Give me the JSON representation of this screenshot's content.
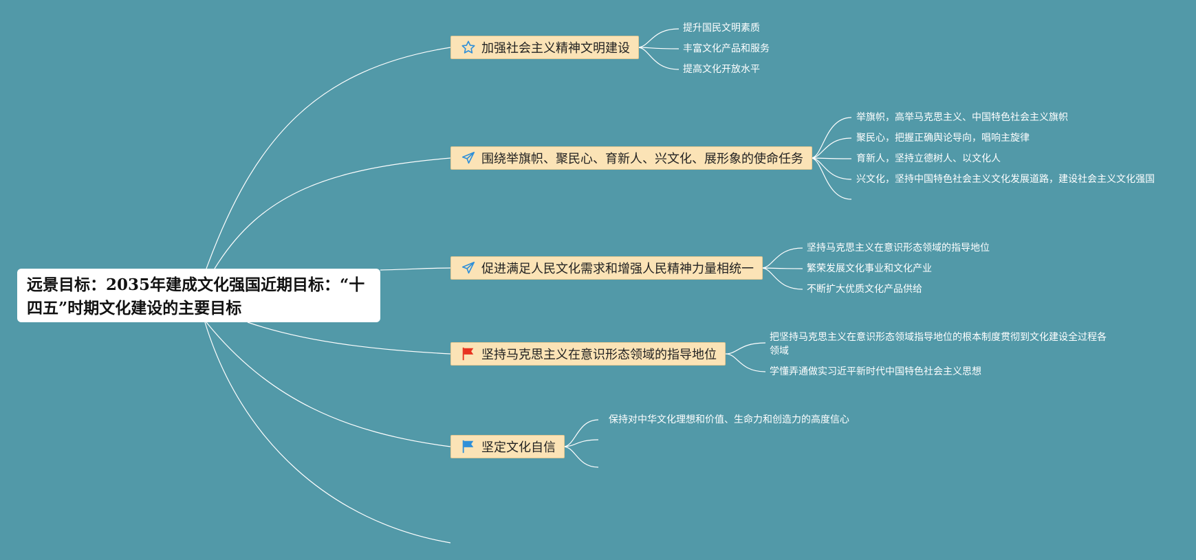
{
  "root": {
    "title": "远景目标：2035年建成文化强国近期目标：“十四五”时期文化建设的主要目标"
  },
  "colors": {
    "background": "#5299a8",
    "branch_fill": "#fbe3b6",
    "line": "#ffffff",
    "flag_red": "#e8321f",
    "flag_blue": "#2f8fd8"
  },
  "branches": [
    {
      "label": "加强社会主义精神文明建设",
      "icon": "star-icon",
      "children": [
        "提升国民文明素质",
        "丰富文化产品和服务",
        "提高文化开放水平"
      ]
    },
    {
      "label": "围绕举旗帜、聚民心、育新人、兴文化、展形象的使命任务",
      "icon": "paper-plane-icon",
      "children": [
        "举旗帜，高举马克思主义、中国特色社会主义旗帜",
        "聚民心，把握正确舆论导向，唱响主旋律",
        "育新人，坚持立德树人、以文化人",
        "兴文化，坚持中国特色社会主义文化发展道路，建设社会主义文化强国",
        ""
      ]
    },
    {
      "label": "促进满足人民文化需求和增强人民精神力量相统一",
      "icon": "paper-plane-icon",
      "children": [
        "坚持马克思主义在意识形态领域的指导地位",
        "繁荣发展文化事业和文化产业",
        "不断扩大优质文化产品供给"
      ]
    },
    {
      "label": "坚持马克思主义在意识形态领域的指导地位",
      "icon": "red-flag-icon",
      "children": [
        "把坚持马克思主义在意识形态领域指导地位的根本制度贯彻到文化建设全过程各领域",
        "学懂弄通做实习近平新时代中国特色社会主义思想"
      ]
    },
    {
      "label": "坚定文化自信",
      "icon": "blue-flag-icon",
      "children": [
        "保持对中华文化理想和价值、生命力和创造力的高度信心",
        "",
        ""
      ]
    },
    {
      "label": "",
      "icon": "",
      "children": []
    }
  ]
}
